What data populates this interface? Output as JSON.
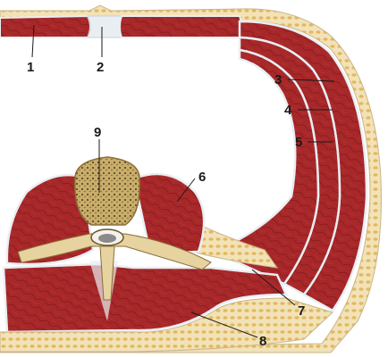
{
  "labels": {
    "l1": "1",
    "l2": "2",
    "l3": "3",
    "l4": "4",
    "l5": "5",
    "l6": "6",
    "l7": "7",
    "l8": "8",
    "l9": "9"
  },
  "colors": {
    "muscle": "#a8282a",
    "muscle_dark": "#7d1a1b",
    "fascia": "#e9eef2",
    "fat": "#e3b85e",
    "bone": "#b59552",
    "bone_light": "#e6d3a0",
    "skin": "#d9c7a8"
  }
}
